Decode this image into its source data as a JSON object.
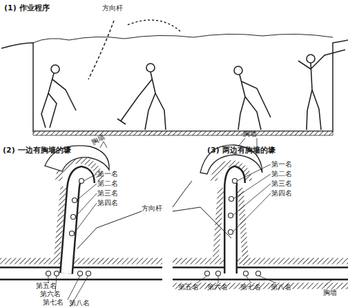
{
  "diagram": {
    "labels": [
      "(1) 作业程序",
      "方向杆",
      "(2) 一边有胸墙的壕",
      "胸墙",
      "第一名",
      "第二名",
      "第三名",
      "第四名",
      "第五名",
      "第六名",
      "第七名",
      "第八名",
      "方向杆",
      "(3) 两边有胸墙的壕",
      "胸墙",
      "第一名",
      "第二名",
      "第三名",
      "第四名",
      "第五名",
      "第六名",
      "第七名",
      "第八名",
      "胸墙"
    ]
  }
}
